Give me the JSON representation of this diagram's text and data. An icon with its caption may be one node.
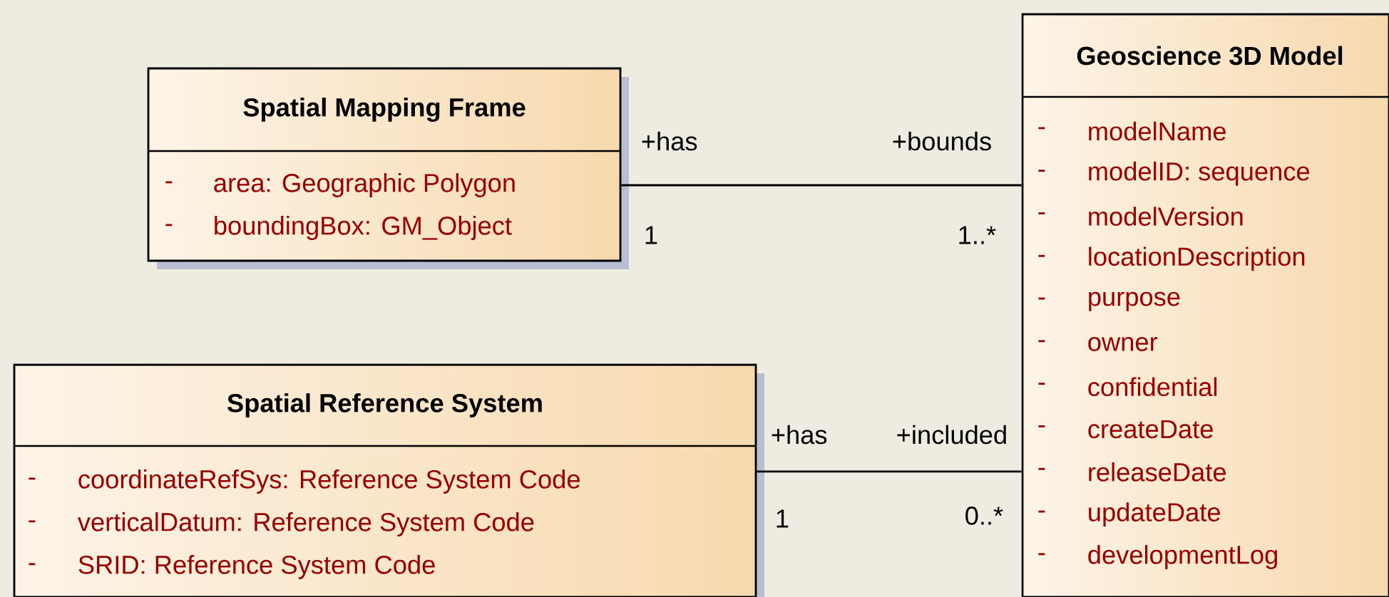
{
  "diagram": {
    "nodes": [
      {
        "text": [
          "Spatial Mapping Frame",
          "-",
          "area: Geographic Polygon",
          "-",
          "boundingBox: GM_Object"
        ]
      },
      {
        "text": [
          "Spatial Reference System",
          "-",
          "coordinateRefSys: Reference System Code",
          "-",
          "verticalDatum: Reference System Code",
          "-",
          "SRID: Reference System Code"
        ]
      },
      {
        "text": [
          "Geoscience 3D Model",
          "-",
          "modelName",
          "-",
          "modelID: sequence",
          "-",
          "modelVersion",
          "-",
          "locationDescription",
          "-",
          "purpose",
          "-",
          "owner",
          "-",
          "confidential",
          "-",
          "createDate",
          "-",
          "releaseDate",
          "-",
          "updateDate",
          "-",
          "developmentLog"
        ]
      }
    ],
    "edges": [
      {
        "from": 0,
        "to": 2,
        "arrow": "none"
      },
      {
        "from": 1,
        "to": 2,
        "arrow": "none"
      }
    ],
    "labels": [
      "+has",
      "+bounds",
      "1",
      "1..*",
      "+has",
      "+included",
      "1",
      "0..*"
    ]
  }
}
